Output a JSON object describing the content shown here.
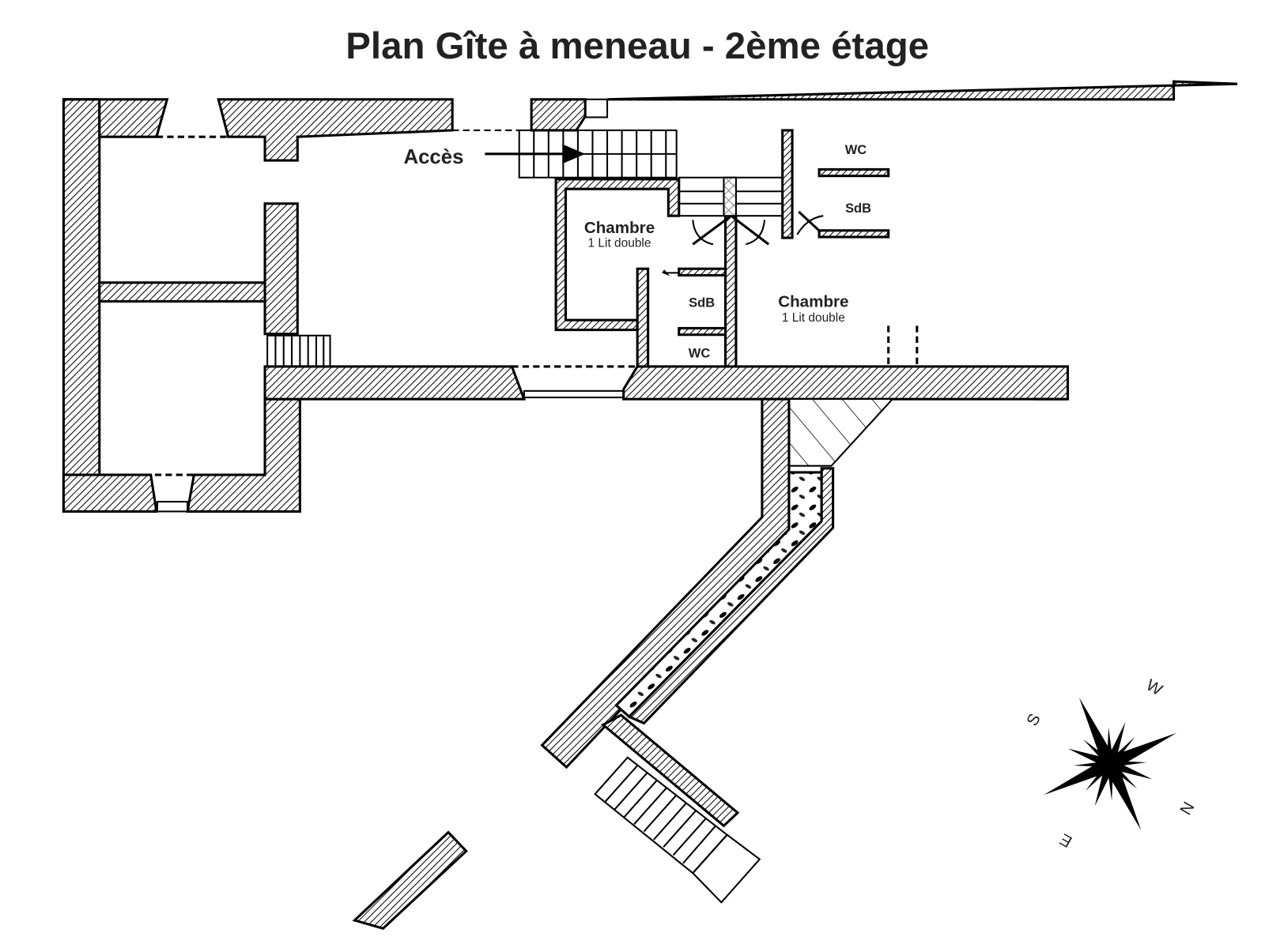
{
  "title": "Plan Gîte à meneau - 2ème étage",
  "access_label": "Accès",
  "rooms": [
    {
      "name": "Chambre",
      "detail": "1 Lit double"
    },
    {
      "name": "Chambre",
      "detail": "1 Lit double"
    }
  ],
  "bathrooms": {
    "wc_1": "WC",
    "sdb_1": "SdB",
    "wc_2": "WC",
    "sdb_2": "SdB"
  },
  "compass": {
    "s": "S",
    "w": "W",
    "e": "E",
    "n": "N"
  }
}
